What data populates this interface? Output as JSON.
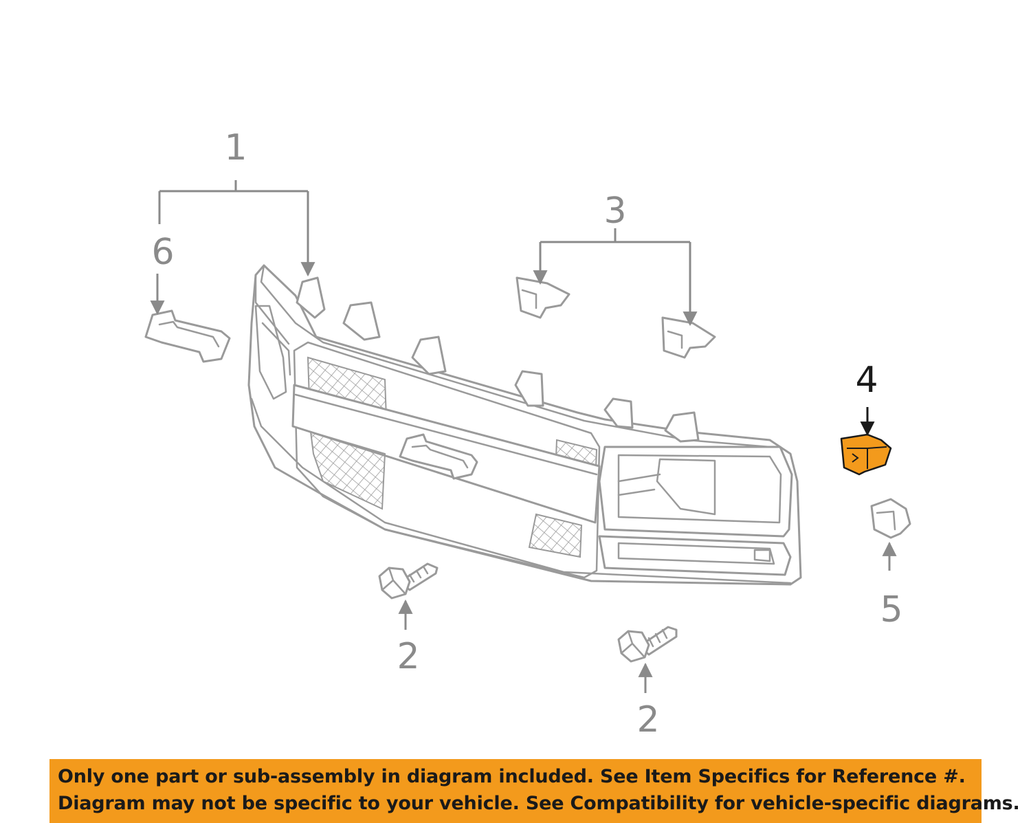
{
  "diagram": {
    "callouts": {
      "grille_assembly": "1",
      "bolt_left": "2",
      "bolt_right": "2",
      "bracket_pair": "3",
      "highlighted_part": "4",
      "clip": "5",
      "emblem": "6"
    },
    "highlight_color": "#f39a1c"
  },
  "disclaimer": {
    "line1": "Only one part or sub-assembly in diagram included. See Item Specifics for Reference #.",
    "line2": "Diagram may not be specific to your vehicle. See Compatibility for vehicle-specific diagrams.",
    "background_color": "#f39a1c"
  }
}
